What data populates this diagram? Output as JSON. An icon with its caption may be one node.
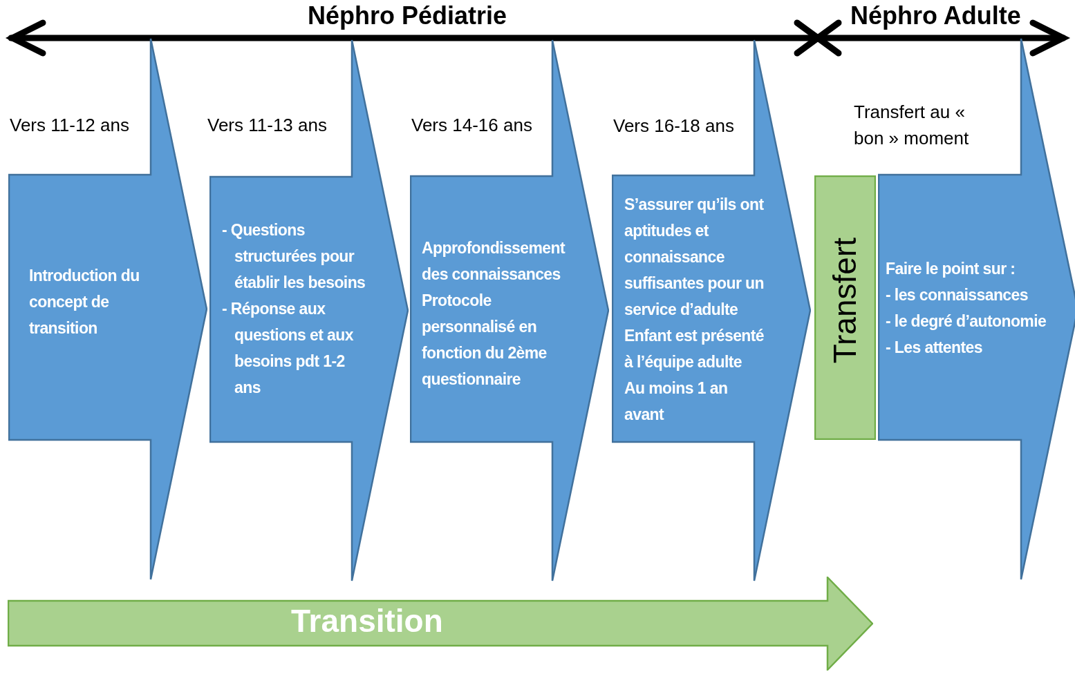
{
  "diagram": {
    "nodes": [
      {
        "text": [
          "Introduction du concept de transition"
        ],
        "beside": [
          "Vers 11-12 ans"
        ]
      },
      {
        "text": [
          "- Questions structurées pour établir les besoins",
          "- Réponse aux questions et aux besoins pdt 1-2 ans"
        ],
        "beside": [
          "Vers 11-13 ans"
        ]
      },
      {
        "text": [
          "Approfondissement des connaissances",
          "Protocole personnalisé  en fonction du 2ème questionnaire"
        ],
        "beside": [
          "Vers 14-16 ans"
        ]
      },
      {
        "text": [
          "S’assurer qu’ils ont aptitudes et connaissance suffisantes pour un service d’adulte",
          "Enfant est présenté à l’équipe adulte",
          "Au moins 1 an avant"
        ],
        "beside": [
          "Vers 16-18 ans"
        ]
      },
      {
        "text": [
          "Transfert"
        ]
      },
      {
        "text": [
          "Faire le point sur :",
          "- les connaissances",
          "- le degré d’autonomie",
          "- Les attentes"
        ],
        "beside": [
          "Transfert au « bon » moment"
        ]
      },
      {
        "text": [
          "Transition"
        ]
      }
    ],
    "labels": [
      "Néphro Pédiatrie",
      "Néphro Adulte"
    ]
  }
}
